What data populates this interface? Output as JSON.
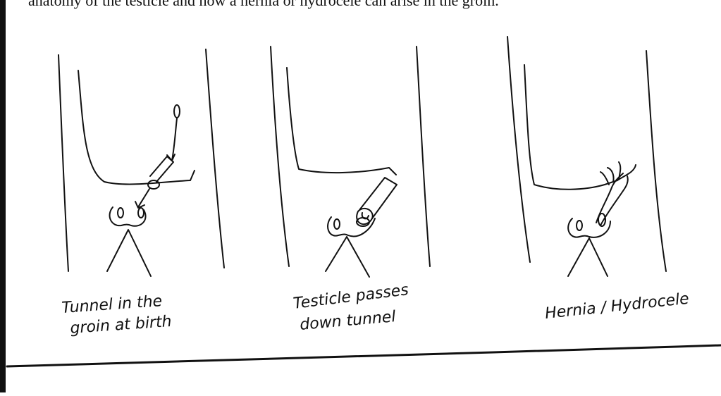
{
  "top_text": "anatomy of the testicle and how a hernia or hydrocele can arise in the groin.",
  "panels": [
    {
      "caption_line1": "Tunnel in the",
      "caption_line2": "groin at birth"
    },
    {
      "caption_line1": "Testicle passes",
      "caption_line2": "down tunnel"
    },
    {
      "caption_line1": "Hernia / Hydrocele",
      "caption_line2": ""
    }
  ]
}
